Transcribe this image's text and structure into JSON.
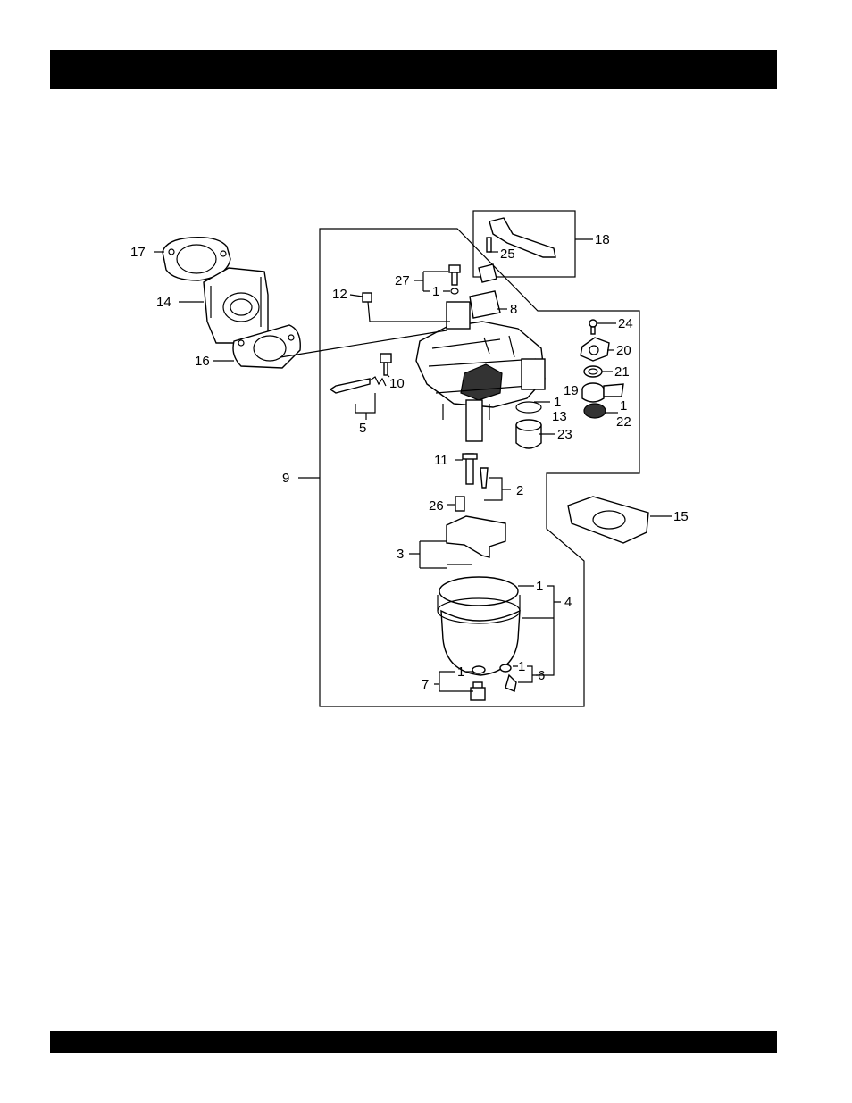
{
  "diagram": {
    "callouts": {
      "c17": "17",
      "c14": "14",
      "c16": "16",
      "c12": "12",
      "c27": "27",
      "c1a": "1",
      "c8": "8",
      "c18": "18",
      "c25": "25",
      "c24": "24",
      "c20": "20",
      "c21": "21",
      "c19": "19",
      "c1b": "1",
      "c22": "22",
      "c1c": "1",
      "c13": "13",
      "c23": "23",
      "c10": "10",
      "c5": "5",
      "c9": "9",
      "c11": "11",
      "c2": "2",
      "c26": "26",
      "c15": "15",
      "c3": "3",
      "c1d": "1",
      "c4": "4",
      "c1e": "1",
      "c7": "7",
      "c1f": "1",
      "c6": "6"
    }
  }
}
